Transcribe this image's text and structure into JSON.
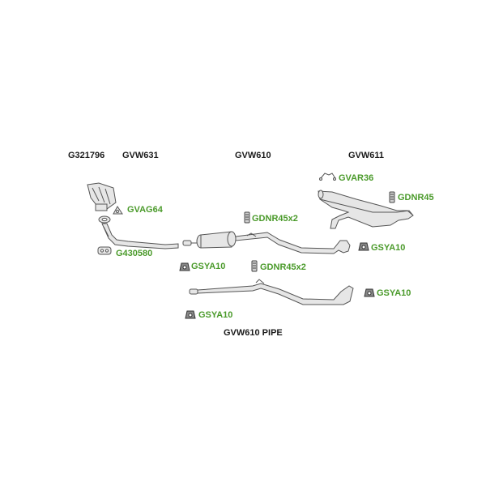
{
  "colors": {
    "part_label": "#1a1a1a",
    "accessory_label": "#4a9a2a",
    "pipe_stroke": "#555555",
    "pipe_fill": "#e6e6e6"
  },
  "headers": {
    "g321796": "G321796",
    "gvw631": "GVW631",
    "gvw610": "GVW610",
    "gvw611": "GVW611",
    "pipe_caption": "GVW610 PIPE"
  },
  "accessories": {
    "gvag64": "GVAG64",
    "g430580": "G430580",
    "gsya10_a": "GSYA10",
    "gdnr45x2_a": "GDNR45x2",
    "gdnr45x2_b": "GDNR45x2",
    "gvar36": "GVAR36",
    "gdnr45": "GDNR45",
    "gsya10_b": "GSYA10",
    "gsya10_c": "GSYA10",
    "gsya10_d": "GSYA10"
  },
  "icons": [
    "manifold-icon",
    "gasket-icon",
    "flange-icon",
    "hanger-icon",
    "clamp-icon",
    "bracket-icon"
  ]
}
